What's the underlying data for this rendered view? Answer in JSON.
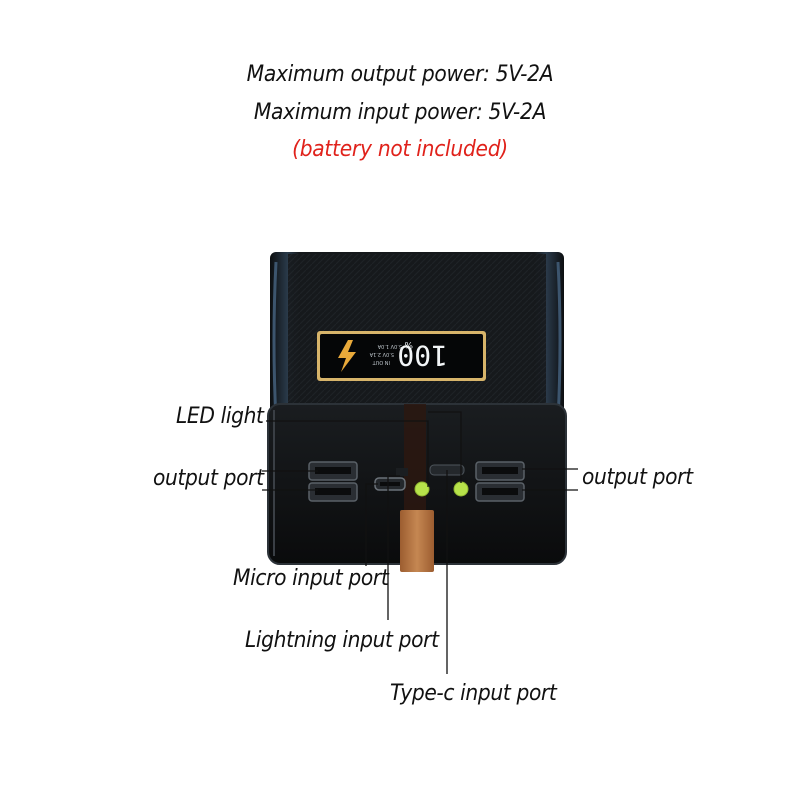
{
  "specs": {
    "max_output": "Maximum output power: 5V-2A",
    "max_input": "Maximum input power: 5V-2A",
    "note": "(battery not included)"
  },
  "display": {
    "readout": "100",
    "percent": "%",
    "line1": "5.0V 1.0A",
    "line2": "5.0V 2.1A",
    "line3": "IN OUT"
  },
  "labels": {
    "led_light": "LED light",
    "output_port_left": "output port",
    "output_port_right": "output port",
    "micro_input": "Micro input port",
    "lightning_input": "Lightning input port",
    "typec_input": "Type-c input port"
  },
  "colors": {
    "note_red": "#e0221b",
    "device_body": "#121416",
    "led_green": "#b7e24a",
    "lightning_bolt": "#e9a93a",
    "pull_tab": "#b0703f"
  }
}
